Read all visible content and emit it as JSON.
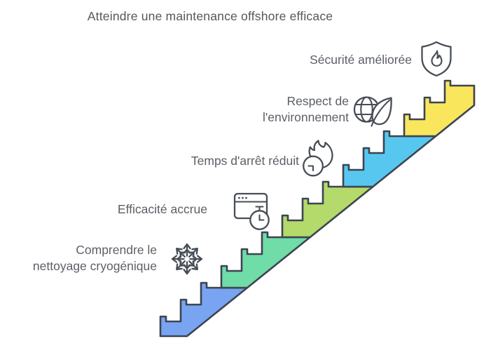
{
  "title": "Atteindre une maintenance offshore efficace",
  "colors": {
    "background": "#ffffff",
    "outline": "#3d4450",
    "title_text": "#54575d",
    "label_text": "#5b5f66",
    "icon_stroke": "#474d56",
    "steps": [
      "#78a4f1",
      "#70dca8",
      "#b3da6b",
      "#57c7f0",
      "#fae65c"
    ]
  },
  "items": [
    {
      "label": "Comprendre le nettoyage cryogénique",
      "icon": "snowflake-icon",
      "step_color": "#78a4f1"
    },
    {
      "label": "Efficacité accrue",
      "icon": "browser-stopwatch-icon",
      "step_color": "#70dca8"
    },
    {
      "label": "Temps d'arrêt réduit",
      "icon": "flame-clock-icon",
      "step_color": "#b3da6b"
    },
    {
      "label": "Respect de l'environnement",
      "icon": "globe-leaf-icon",
      "step_color": "#57c7f0"
    },
    {
      "label": "Sécurité améliorée",
      "icon": "shield-flame-icon",
      "step_color": "#fae65c"
    }
  ]
}
